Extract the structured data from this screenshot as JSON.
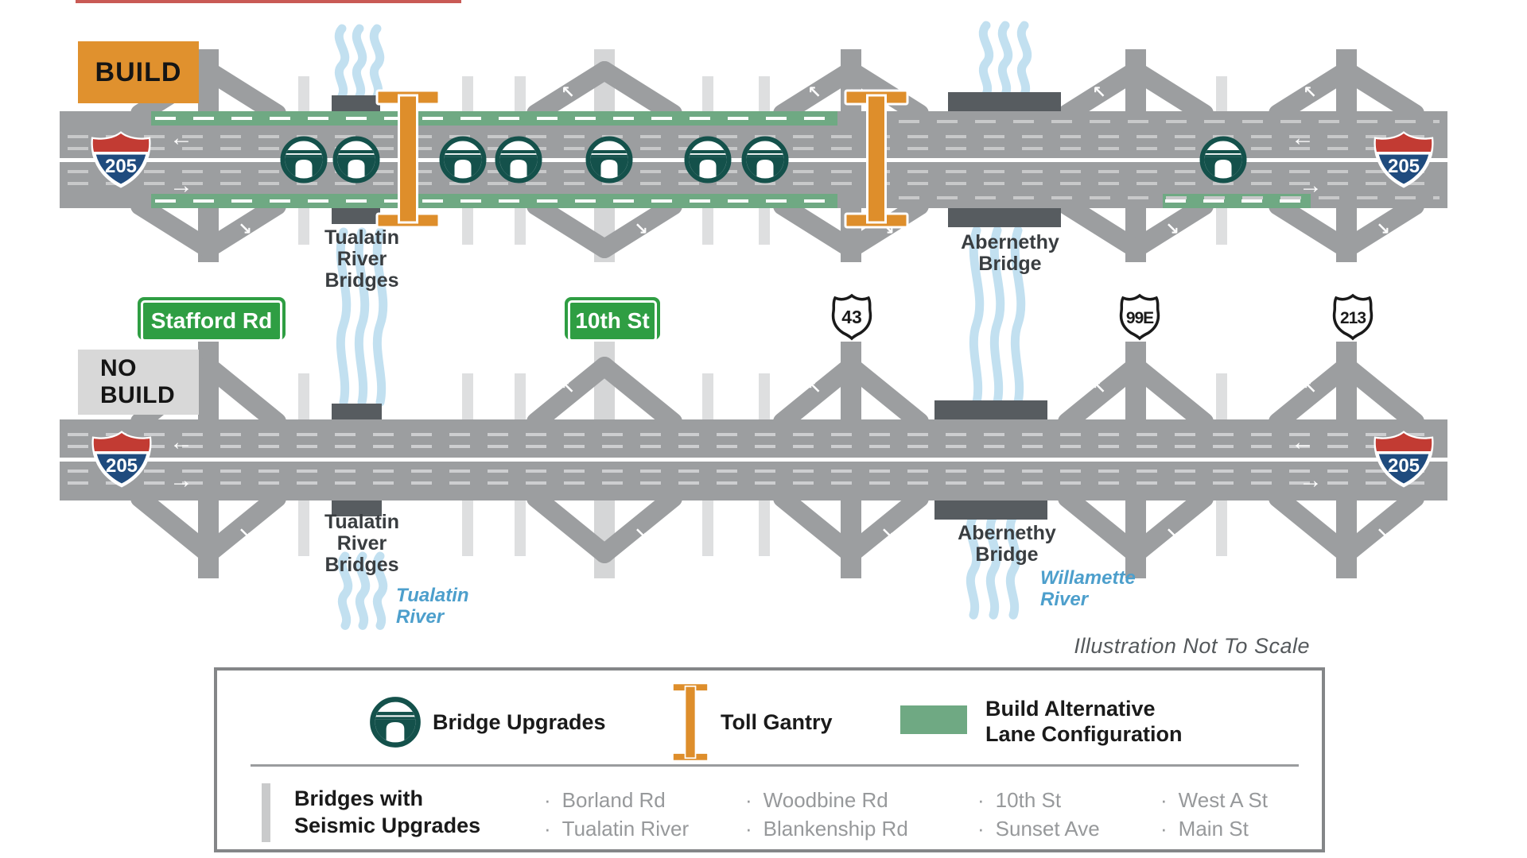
{
  "colors": {
    "build_badge_orange": "#E0912E",
    "no_build_badge_gray": "#D8D8D8",
    "road_gray": "#9C9EA0",
    "lane_config_green": "#6FA983",
    "toll_gantry_orange": "#DE8E2B",
    "bridge_icon_teal": "#14514B",
    "water_blue": "#C2E0F0",
    "river_text_blue": "#4D9FCC",
    "guide_sign_green": "#2F9E43",
    "shield_red": "#C23B33",
    "shield_blue": "#1F4B7E",
    "bridge_marker_dark": "#575C60",
    "seismic_tick_gray": "#DCDDDE"
  },
  "badges": {
    "build": "BUILD",
    "no_build_line1": "NO",
    "no_build_line2": "BUILD"
  },
  "icons": {
    "arrow_left": "←",
    "arrow_right": "→",
    "arrow_up_left": "↖",
    "arrow_down_right": "↘",
    "bullet": "·"
  },
  "shields": {
    "interstate": "205",
    "us_routes": [
      "43",
      "99E",
      "213"
    ]
  },
  "signs": {
    "stafford": "Stafford Rd",
    "tenth_st": "10th St"
  },
  "labels": {
    "tualatin_bridges_lines": [
      "Tualatin",
      "River",
      "Bridges"
    ],
    "abernethy_lines": [
      "Abernethy",
      "Bridge"
    ],
    "tualatin_river_lines": [
      "Tualatin",
      "River"
    ],
    "willamette_river_lines": [
      "Willamette",
      "River"
    ],
    "scale_note": "Illustration Not To Scale"
  },
  "legend": {
    "bridge_upgrades": "Bridge Upgrades",
    "toll_gantry": "Toll Gantry",
    "lane_config_lines": [
      "Build Alternative",
      "Lane Configuration"
    ],
    "seismic_lines": [
      "Bridges with",
      "Seismic Upgrades"
    ],
    "seismic_columns": [
      [
        "Borland Rd",
        "Tualatin River"
      ],
      [
        "Woodbine Rd",
        "Blankenship Rd"
      ],
      [
        "10th St",
        "Sunset Ave"
      ],
      [
        "West A St",
        "Main St"
      ]
    ]
  }
}
